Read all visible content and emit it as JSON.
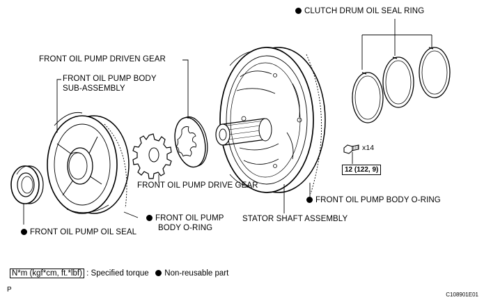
{
  "labels": {
    "clutch_drum_seal_ring": "CLUTCH DRUM OIL SEAL RING",
    "driven_gear": "FRONT OIL PUMP DRIVEN GEAR",
    "body_sub_assembly_1": "FRONT OIL PUMP BODY",
    "body_sub_assembly_2": "SUB-ASSEMBLY",
    "drive_gear": "FRONT OIL PUMP DRIVE GEAR",
    "body_oring_right": "FRONT OIL PUMP BODY O-RING",
    "body_oring_left_1": "FRONT OIL PUMP",
    "body_oring_left_2": "BODY O-RING",
    "stator_shaft": "STATOR SHAFT ASSEMBLY",
    "oil_seal": "FRONT OIL PUMP OIL SEAL",
    "bolt_qty": "x14",
    "torque_value": "12 (122, 9)"
  },
  "legend": {
    "torque_box": "N*m (kgf*cm, ft.*lbf)",
    "torque_text": ": Specified torque",
    "nonreusable_text": "Non-reusable part"
  },
  "footer": {
    "left_letter": "P",
    "figure_id": "C108901E01"
  }
}
